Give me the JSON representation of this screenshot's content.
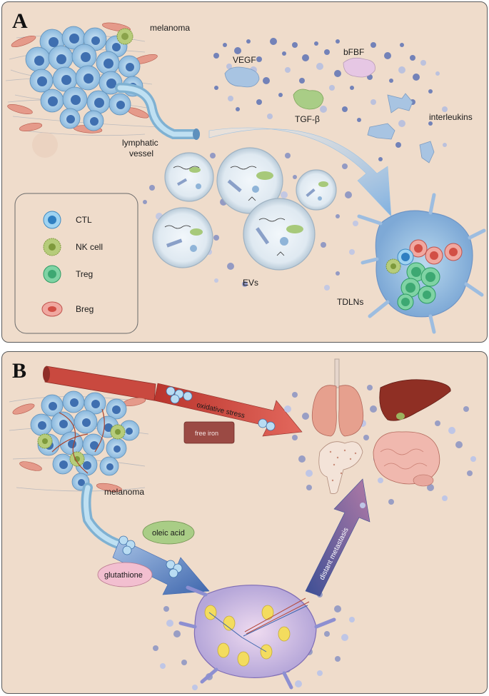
{
  "panel_a": {
    "letter": "A",
    "melanoma": "melanoma",
    "vessel_line1": "lymphatic",
    "vessel_line2": "vessel",
    "factors": {
      "vegf": "VEGF",
      "bfbf": "bFBF",
      "tgfb": "TGF-β",
      "interleukins": "interleukins"
    },
    "evs": "EVs",
    "tdlns": "TDLNs",
    "legend": [
      {
        "label": "CTL",
        "color": "#56b4e6"
      },
      {
        "label": "NK cell",
        "color": "#9cb25a"
      },
      {
        "label": "Treg",
        "color": "#58c38a"
      },
      {
        "label": "Breg",
        "color": "#e8776e"
      }
    ]
  },
  "panel_b": {
    "letter": "B",
    "oxidative_stress": "oxidative stress",
    "free_iron": "free iron",
    "melanoma": "melanoma",
    "oleic_acid": "oleic acid",
    "glutathione": "glutathione",
    "distant_metastasis": "distant metastasis"
  },
  "colors": {
    "background": "#efdccb",
    "blood_vessel": "#c9493f",
    "lymph_vessel": "#9fc2d6",
    "lymph_arrow": "#4a74b8",
    "metastasis_arrow": "#6d6aa8"
  }
}
